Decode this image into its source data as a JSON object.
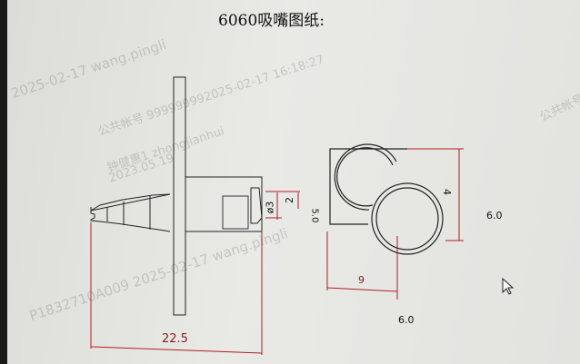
{
  "document": {
    "title": "6060吸嘴图纸:",
    "dimensions": {
      "overall_length": "22.5",
      "nozzle_diameter": "ø3",
      "nozzle_height": "2",
      "square_width": "9",
      "circle_height": "4",
      "square_height": "5.0",
      "note_right": "6.0",
      "note_bottom": "6.0"
    },
    "line_color": "#222222",
    "dimension_color": "#b02020"
  },
  "watermarks": [
    "2025-02-17 wang.pingli",
    "公共帐号 999999992025-02-17 16:18:27",
    "钟健惠1 zhongjianhui",
    "2023.05.19",
    "P1832710A009 2025-02-17 wang.pingli",
    "公共帐号"
  ],
  "cursor": "arrow-cursor"
}
